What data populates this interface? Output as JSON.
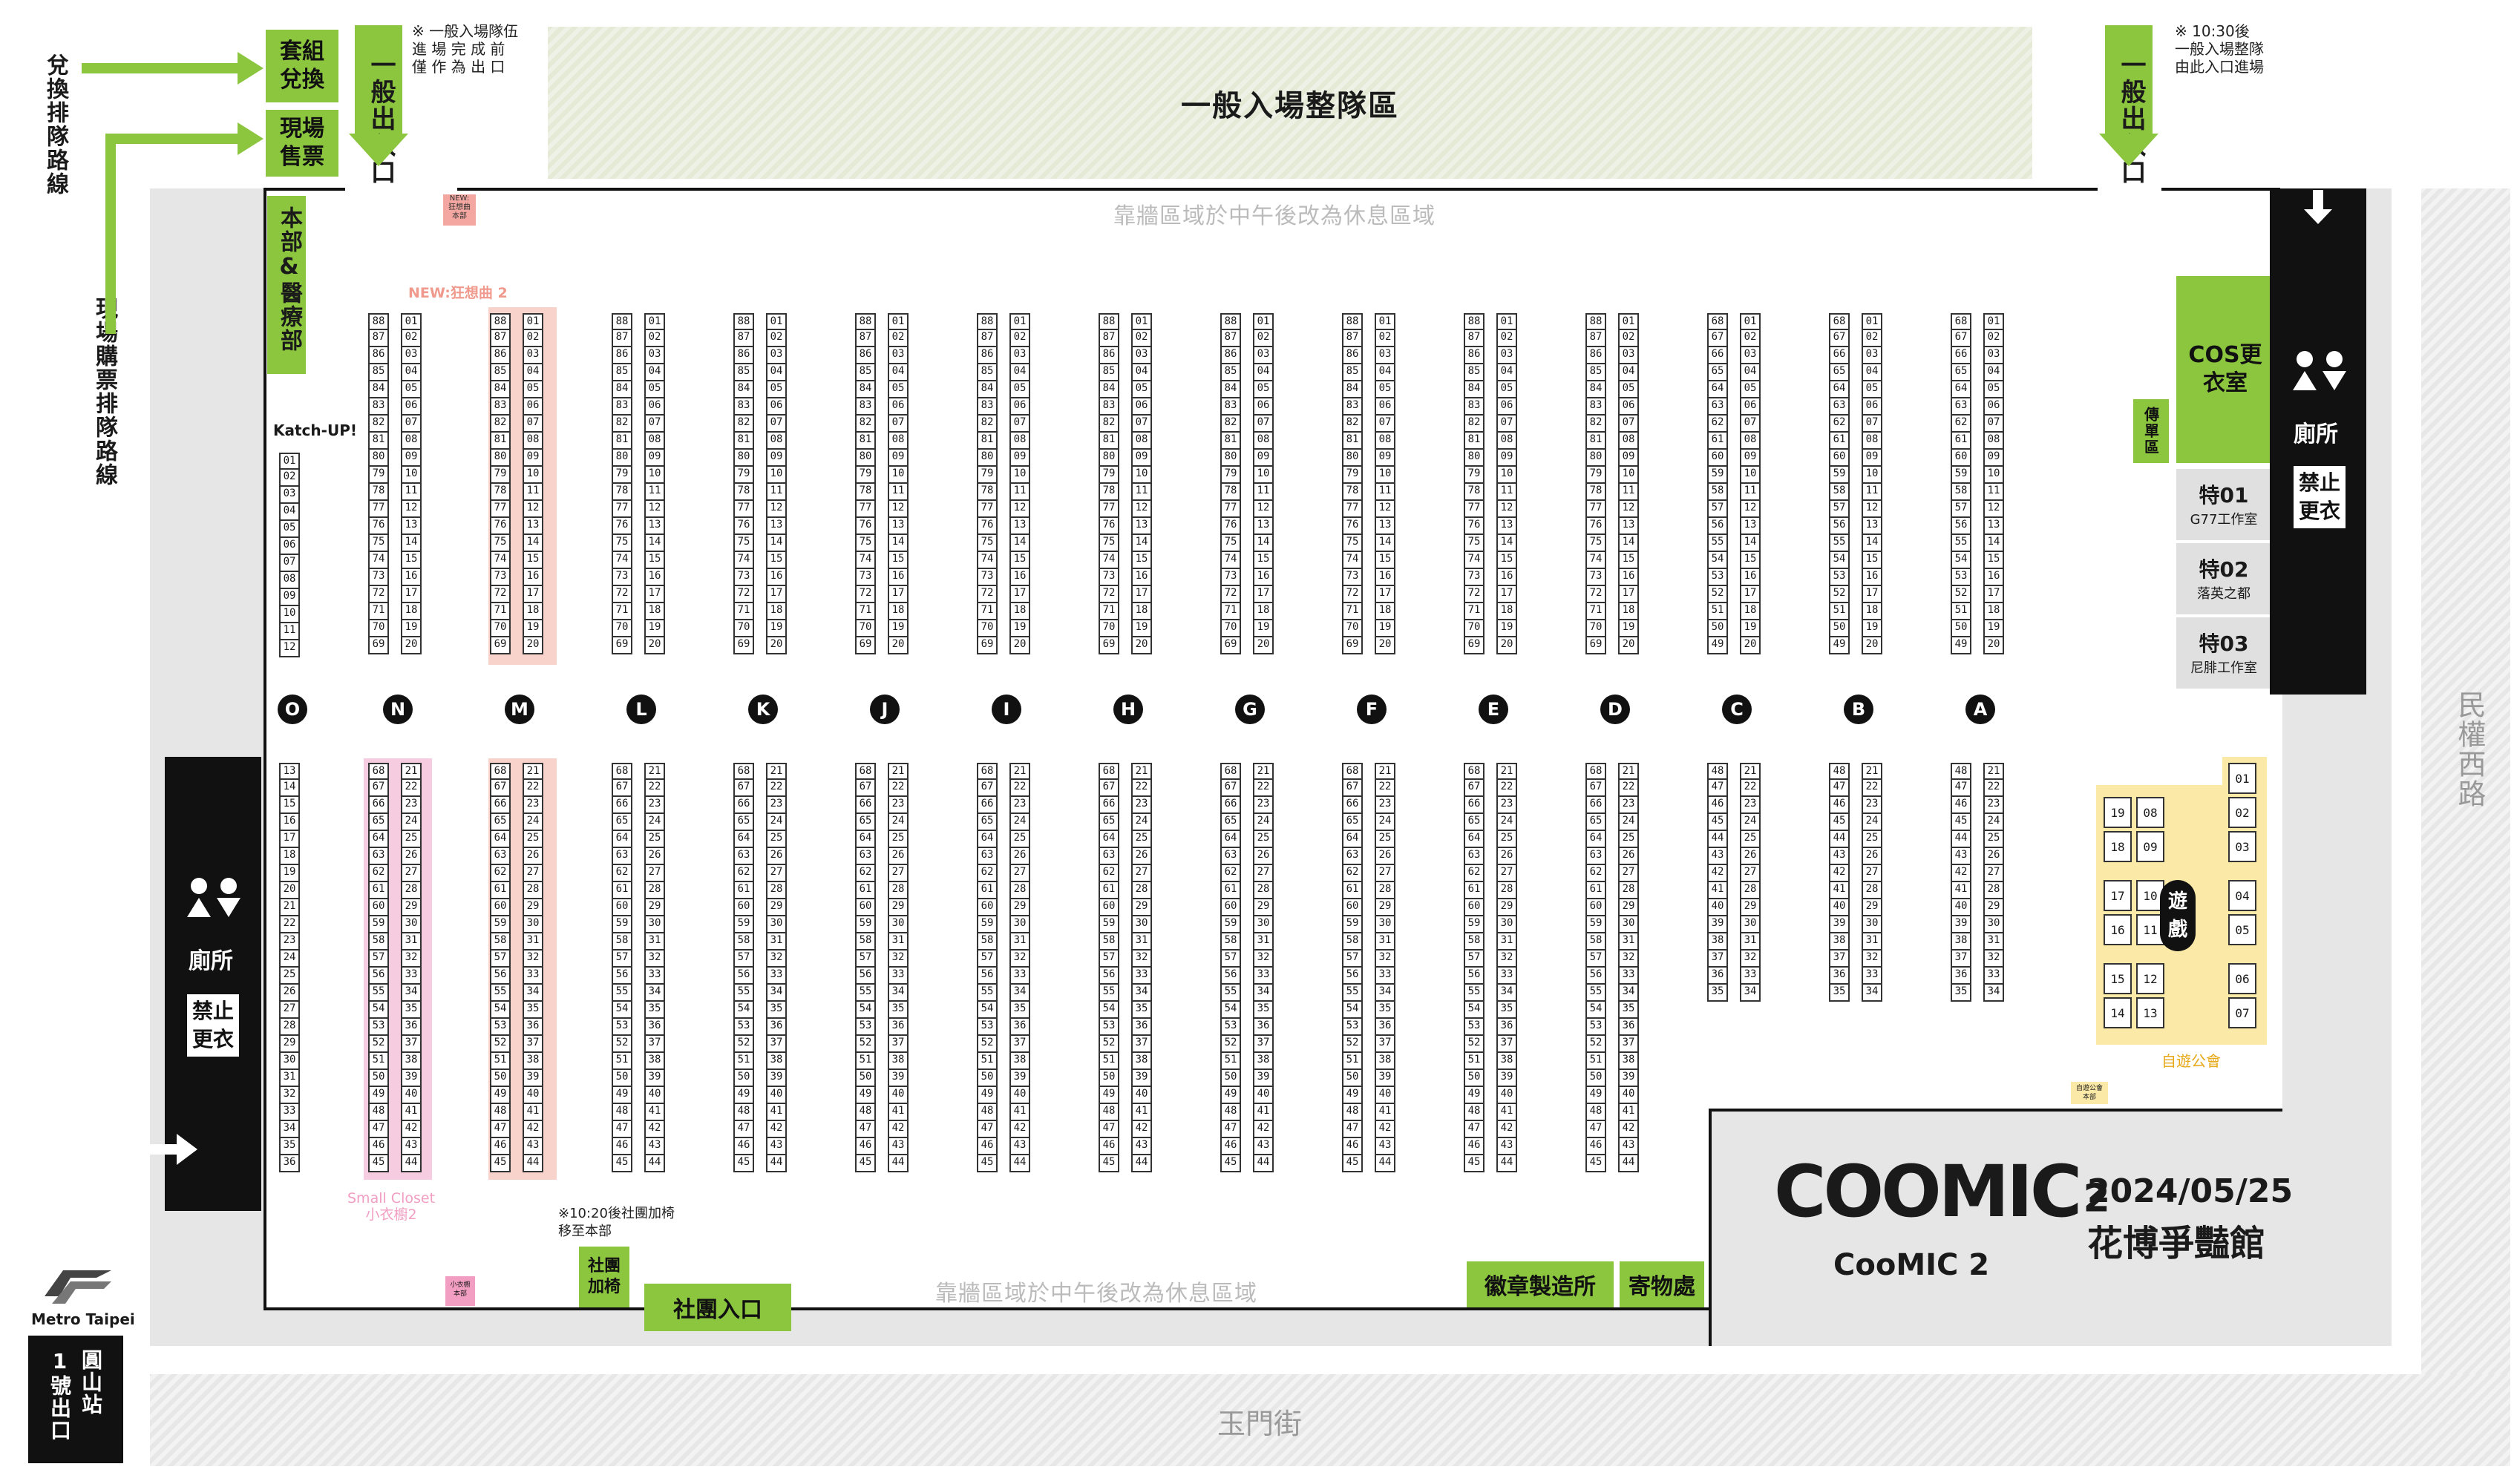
{
  "queues": {
    "exchange_queue": "兌換排隊路線",
    "onsite_ticket_queue": "現場購票排隊路線"
  },
  "top": {
    "set_exchange": "套組兌換",
    "onsite_tickets": "現場售票",
    "general_exit_left": "一般出入口",
    "general_exit_right": "一般出入口",
    "note_left": "※ 一般入場隊伍\n進 場 完 成 前\n僅 作 為 出 口",
    "queue_area": "一般入場整隊區",
    "note_right": "※ 10:30後\n一般入場整隊\n由此入口進場"
  },
  "hall": {
    "hq": "本部&醫療部",
    "new_small_tag": "NEW:\n狂想曲\n本部",
    "new_label": "NEW:狂想曲 2",
    "wall_top": "靠牆區域於中午後改為休息區域",
    "wall_bottom": "靠牆區域於中午後改為休息區域",
    "katchup": "Katch-UP!",
    "small_closet": "Small Closet\n小衣櫥2",
    "small_closet_hq": "小衣櫥\n本部",
    "club_chair_note": "※10:20後社團加椅\n移至本部",
    "club_chair": "社團加椅",
    "club_entrance": "社團入口",
    "badge_shop": "徽章製造所",
    "storage": "寄物處",
    "flyer": "傳單區",
    "cos_room": "COS更衣室",
    "board_game": "自遊公會",
    "board_game_small": "自遊公會\n本部",
    "game_label": "遊戲",
    "toilet_left": "廁所",
    "toilet_right": "廁所",
    "no_change_left": "禁止更衣",
    "no_change_right": "禁止更衣",
    "specials": [
      {
        "code": "特01",
        "name": "G77工作室"
      },
      {
        "code": "特02",
        "name": "落英之都"
      },
      {
        "code": "特03",
        "name": "尼腓工作室"
      }
    ]
  },
  "rows": [
    "O",
    "N",
    "M",
    "L",
    "K",
    "J",
    "I",
    "H",
    "G",
    "F",
    "E",
    "D",
    "C",
    "B",
    "A"
  ],
  "game_booths": [
    "01",
    "02",
    "03",
    "04",
    "05",
    "06",
    "07",
    "08",
    "09",
    "10",
    "11",
    "12",
    "13",
    "14",
    "15",
    "16",
    "17",
    "18",
    "19"
  ],
  "streets": {
    "right": "民權西路",
    "bottom": "玉門街"
  },
  "metro": {
    "brand": "Metro Taipei",
    "exit_no": "1號出口",
    "station": "圓山站"
  },
  "event": {
    "logo_text": "COOMIC",
    "logo_sup": "2",
    "name": "CooMIC 2",
    "date": "2024/05/25",
    "venue": "花博爭豔館"
  },
  "colors": {
    "accent_green": "#8cc63f",
    "pink_highlight": "#f8d3cb",
    "magenta_highlight": "#f5cce0",
    "game_area": "#fbe9a8",
    "dark": "#111111"
  }
}
